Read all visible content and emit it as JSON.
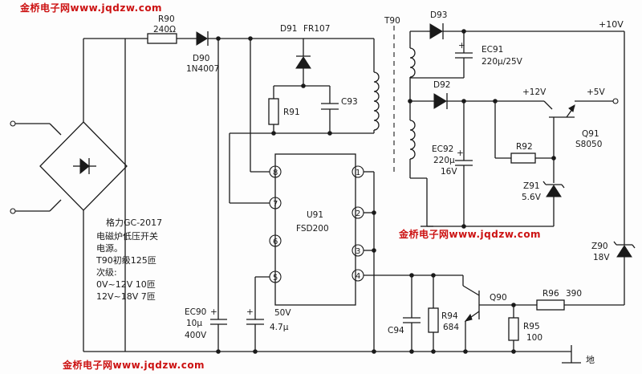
{
  "watermarks": {
    "top": "金桥电子网www.jqdzw.com",
    "middle": "金桥电子网www.jqdzw.com",
    "bottom": "金桥电子网www.jqdzw.com"
  },
  "components": {
    "r90": {
      "ref": "R90",
      "value": "240Ω"
    },
    "d90": {
      "ref": "D90",
      "value": "1N4007"
    },
    "d91": {
      "ref": "D91",
      "value": "FR107"
    },
    "r91": {
      "ref": "R91"
    },
    "c93": {
      "ref": "C93"
    },
    "t90": {
      "ref": "T90"
    },
    "d93": {
      "ref": "D93"
    },
    "ec91": {
      "ref": "EC91",
      "value": "220μ/25V"
    },
    "d92": {
      "ref": "D92"
    },
    "ec92": {
      "ref": "EC92",
      "value1": "220μ",
      "value2": "16V"
    },
    "r92": {
      "ref": "R92"
    },
    "z91": {
      "ref": "Z91",
      "value": "5.6V"
    },
    "q91": {
      "ref": "Q91",
      "value": "S8050"
    },
    "z90": {
      "ref": "Z90",
      "value": "18V"
    },
    "u91": {
      "ref": "U91",
      "value": "FSD200"
    },
    "ec90": {
      "ref": "EC90",
      "value1": "10μ",
      "value2": "400V"
    },
    "c_unlabeled": {
      "value1": "50V",
      "value2": "4.7μ"
    },
    "c94": {
      "ref": "C94"
    },
    "r94": {
      "ref": "R94",
      "value": "684"
    },
    "q90": {
      "ref": "Q90"
    },
    "r96": {
      "ref": "R96",
      "value": "390"
    },
    "r95": {
      "ref": "R95",
      "value": "100"
    }
  },
  "pins": [
    "1",
    "2",
    "3",
    "4",
    "5",
    "6",
    "7",
    "8"
  ],
  "rails": {
    "v10": "+10V",
    "v12": "+12V",
    "v5": "+5V",
    "ground": "地"
  },
  "note": {
    "line1": "格力GC-2017",
    "line2": "电磁炉低压开关",
    "line3": "电源。",
    "line4": "T90初级125匝",
    "line5": "次级:",
    "line6": "0V~12V  10匝",
    "line7": "12V~18V  7匝"
  }
}
